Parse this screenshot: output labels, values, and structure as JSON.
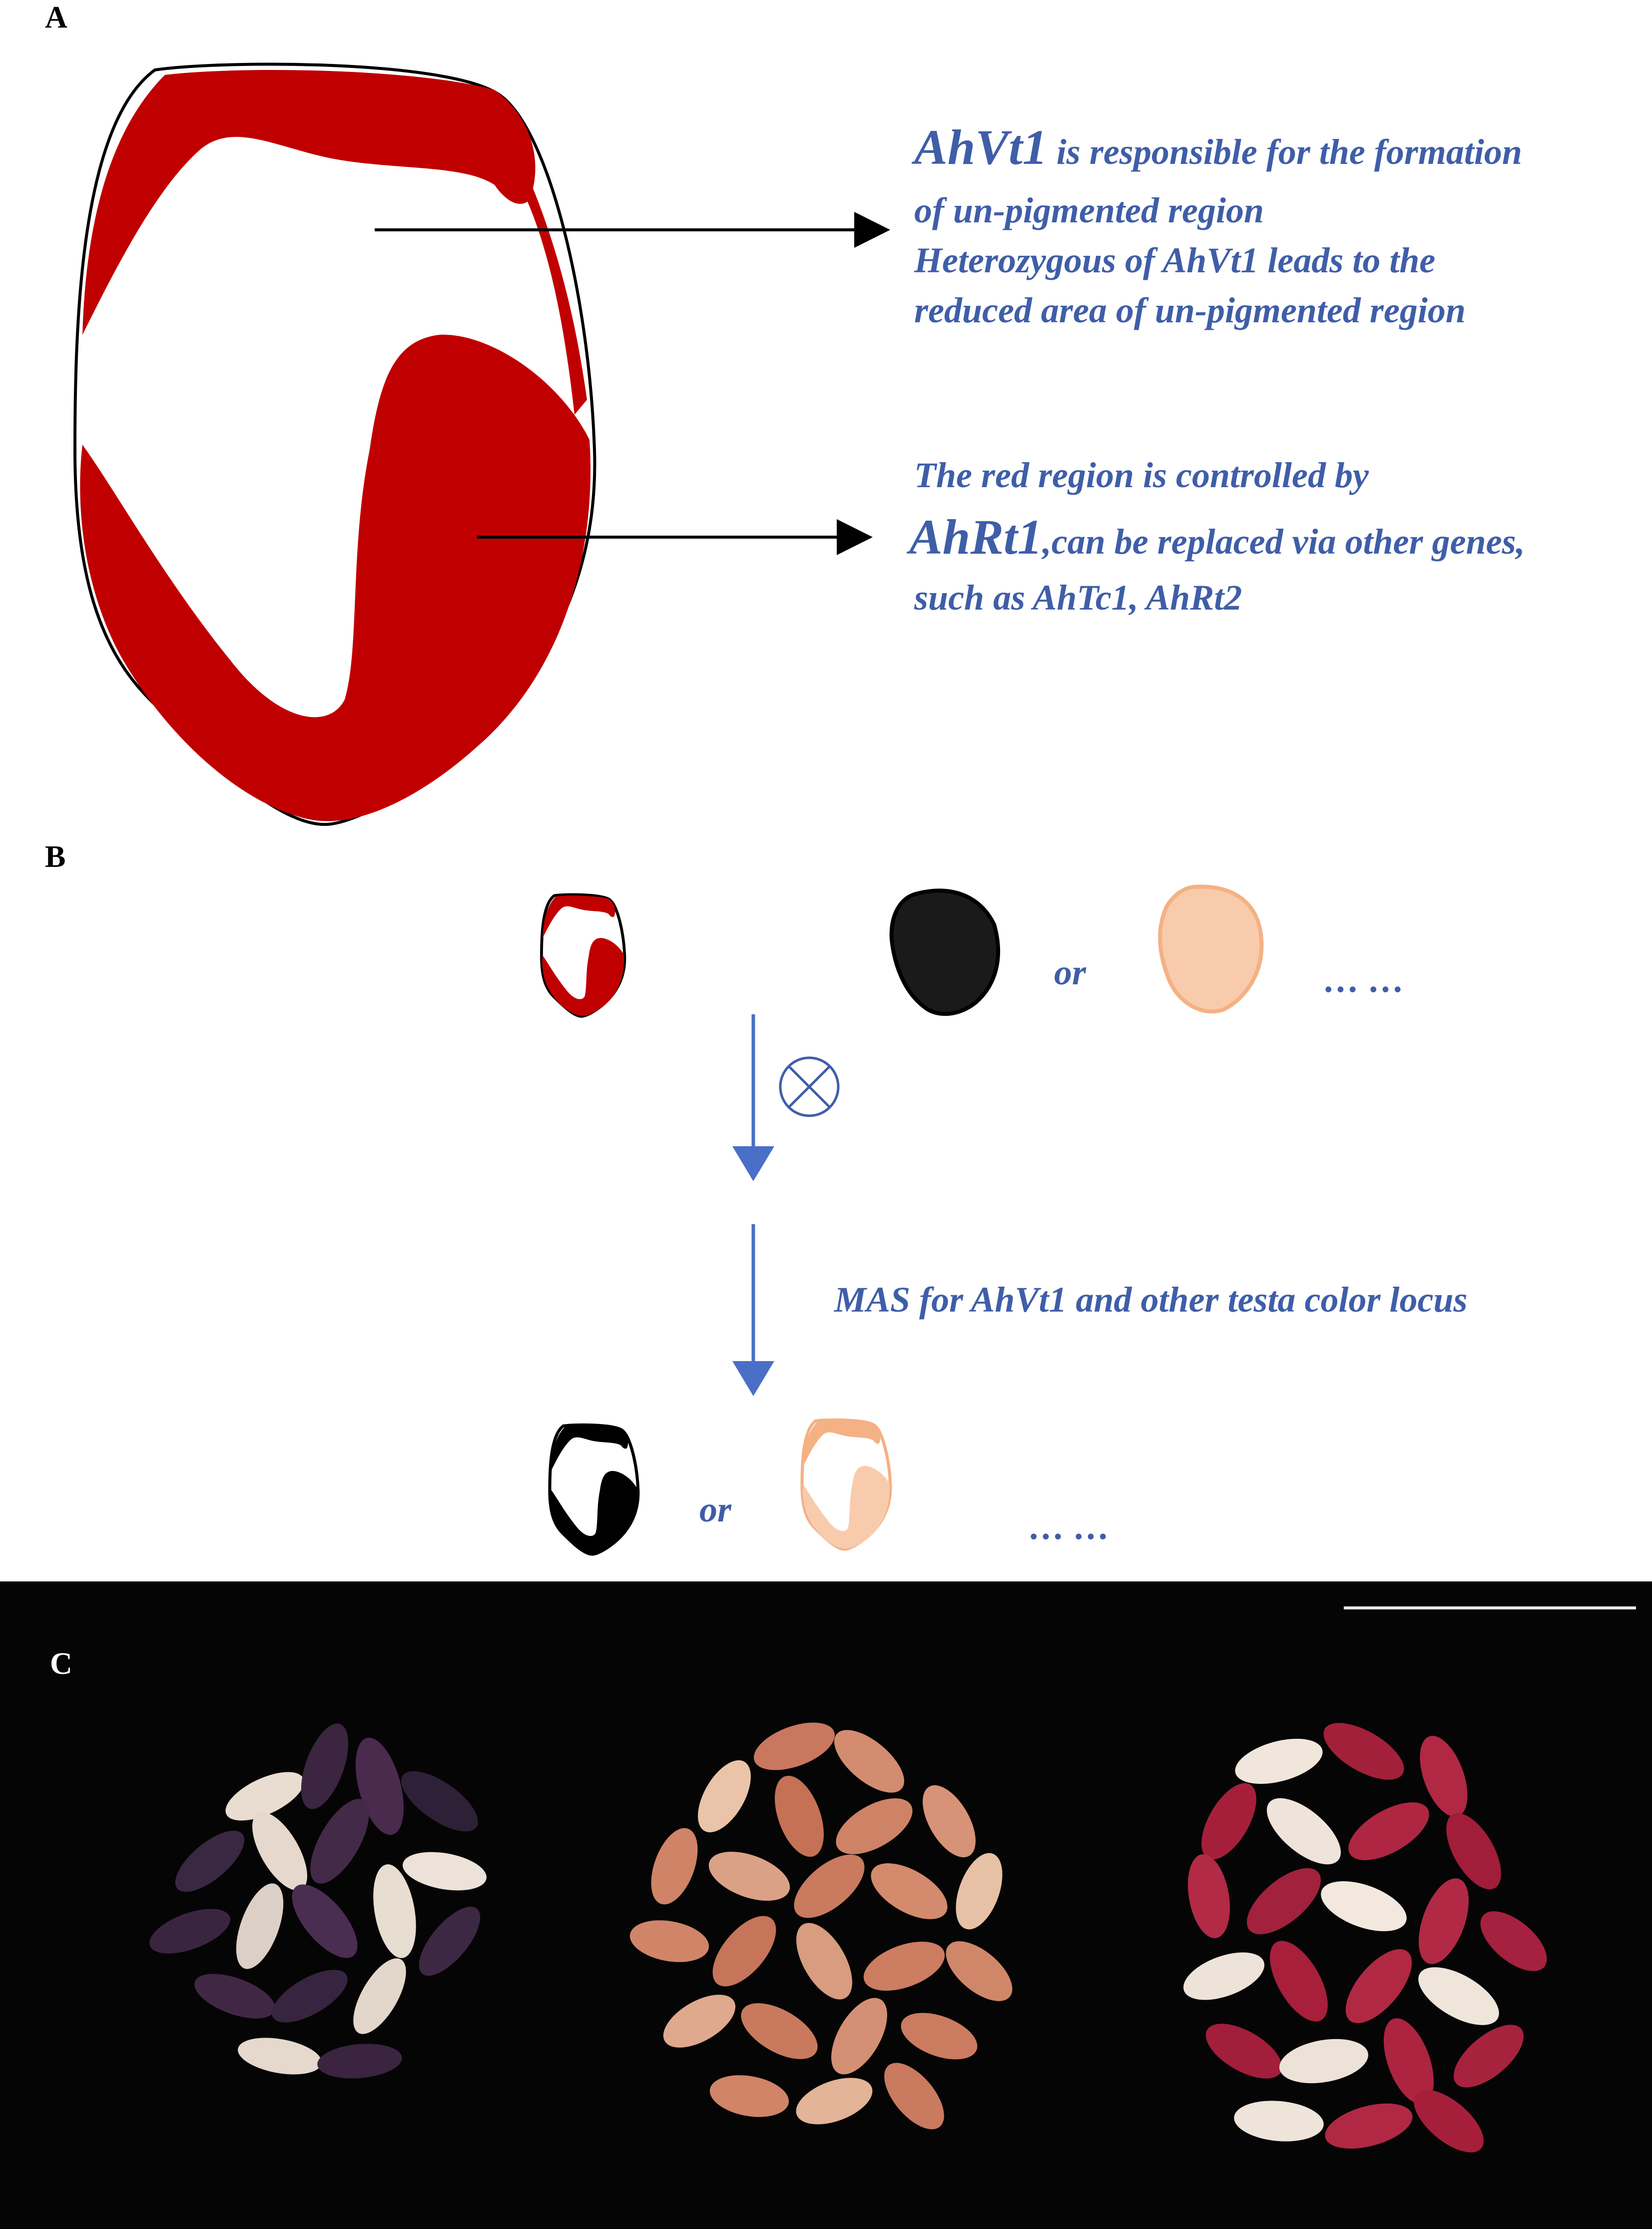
{
  "panels": {
    "a": "A",
    "b": "B",
    "c": "C"
  },
  "panel_a": {
    "line1_gene": "AhVt1",
    "line1_rest": " is responsible for the formation",
    "line2": "of un-pigmented region",
    "line3": "Heterozygous of AhVt1 leads to the",
    "line4": "reduced area of un-pigmented region",
    "line5": "The red region is controlled by",
    "line6_gene": "AhRt1",
    "line6_rest": ",can be replaced via other genes,",
    "line7": "such as AhTc1, AhRt2"
  },
  "panel_b": {
    "or_top": "or",
    "ellipsis_top": "… …",
    "cross_symbol": "⊗",
    "mas_label": "MAS for AhVt1 and other testa color locus",
    "or_bottom": "or",
    "ellipsis_bottom": "… …"
  },
  "colors": {
    "red_testa": "#c00000",
    "text_blue": "#3f5ea8",
    "arrow_blue": "#4a6fc7",
    "black_testa": "#1a1a1a",
    "peach_testa": "#f8cbad",
    "peach_outline": "#f4b183"
  }
}
